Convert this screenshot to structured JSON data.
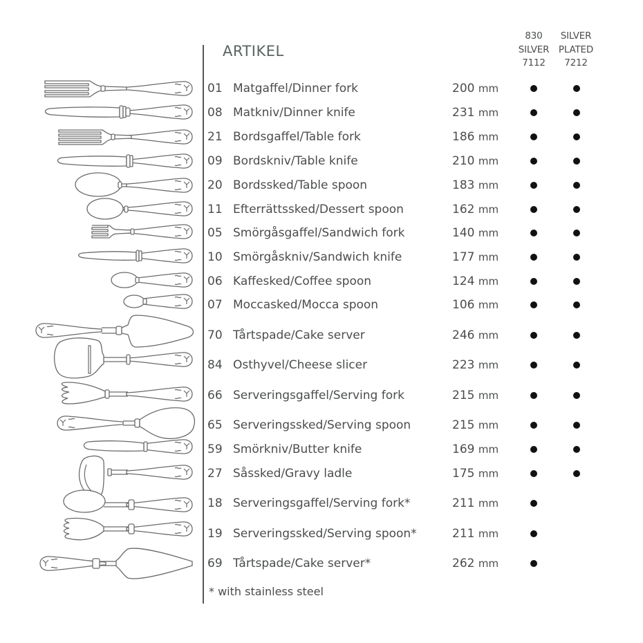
{
  "header": {
    "title": "ARTIKEL",
    "columns": [
      {
        "line1": "830",
        "line2": "SILVER",
        "line3": "7112"
      },
      {
        "line1": "SILVER",
        "line2": "PLATED",
        "line3": "7212"
      }
    ]
  },
  "items": [
    {
      "num": "01",
      "name": "Matgaffel/Dinner fork",
      "length": "200",
      "unit": "mm",
      "silver": true,
      "plated": true,
      "icon": "dinner-fork-icon"
    },
    {
      "num": "08",
      "name": "Matkniv/Dinner knife",
      "length": "231",
      "unit": "mm",
      "silver": true,
      "plated": true,
      "icon": "dinner-knife-icon"
    },
    {
      "num": "21",
      "name": "Bordsgaffel/Table fork",
      "length": "186",
      "unit": "mm",
      "silver": true,
      "plated": true,
      "icon": "table-fork-icon"
    },
    {
      "num": "09",
      "name": "Bordskniv/Table knife",
      "length": "210",
      "unit": "mm",
      "silver": true,
      "plated": true,
      "icon": "table-knife-icon"
    },
    {
      "num": "20",
      "name": "Bordssked/Table spoon",
      "length": "183",
      "unit": "mm",
      "silver": true,
      "plated": true,
      "icon": "table-spoon-icon"
    },
    {
      "num": "11",
      "name": "Efterrättssked/Dessert spoon",
      "length": "162",
      "unit": "mm",
      "silver": true,
      "plated": true,
      "icon": "dessert-spoon-icon"
    },
    {
      "num": "05",
      "name": "Smörgåsgaffel/Sandwich fork",
      "length": "140",
      "unit": "mm",
      "silver": true,
      "plated": true,
      "icon": "sandwich-fork-icon"
    },
    {
      "num": "10",
      "name": "Smörgåskniv/Sandwich knife",
      "length": "177",
      "unit": "mm",
      "silver": true,
      "plated": true,
      "icon": "sandwich-knife-icon"
    },
    {
      "num": "06",
      "name": "Kaffesked/Coffee spoon",
      "length": "124",
      "unit": "mm",
      "silver": true,
      "plated": true,
      "icon": "coffee-spoon-icon"
    },
    {
      "num": "07",
      "name": "Moccasked/Mocca spoon",
      "length": "106",
      "unit": "mm",
      "silver": true,
      "plated": true,
      "icon": "mocca-spoon-icon"
    },
    {
      "num": "70",
      "name": "Tårtspade/Cake server",
      "length": "246",
      "unit": "mm",
      "silver": true,
      "plated": true,
      "icon": "cake-server-icon"
    },
    {
      "num": "84",
      "name": "Osthyvel/Cheese slicer",
      "length": "223",
      "unit": "mm",
      "silver": true,
      "plated": true,
      "icon": "cheese-slicer-icon"
    },
    {
      "num": "66",
      "name": "Serveringsgaffel/Serving fork",
      "length": "215",
      "unit": "mm",
      "silver": true,
      "plated": true,
      "icon": "serving-fork-icon"
    },
    {
      "num": "65",
      "name": "Serveringssked/Serving spoon",
      "length": "215",
      "unit": "mm",
      "silver": true,
      "plated": true,
      "icon": "serving-spoon-icon"
    },
    {
      "num": "59",
      "name": "Smörkniv/Butter knife",
      "length": "169",
      "unit": "mm",
      "silver": true,
      "plated": true,
      "icon": "butter-knife-icon"
    },
    {
      "num": "27",
      "name": "Såssked/Gravy ladle",
      "length": "175",
      "unit": "mm",
      "silver": true,
      "plated": true,
      "icon": "gravy-ladle-icon"
    },
    {
      "num": "18",
      "name": "Serveringsgaffel/Serving fork*",
      "length": "211",
      "unit": "mm",
      "silver": true,
      "plated": false,
      "icon": "serving-fork-steel-icon"
    },
    {
      "num": "19",
      "name": "Serveringssked/Serving spoon*",
      "length": "211",
      "unit": "mm",
      "silver": true,
      "plated": false,
      "icon": "serving-spoon-steel-icon"
    },
    {
      "num": "69",
      "name": "Tårtspade/Cake server*",
      "length": "262",
      "unit": "mm",
      "silver": true,
      "plated": false,
      "icon": "cake-server-steel-icon"
    }
  ],
  "footnote": "* with stainless steel",
  "colors": {
    "text": "#4a4d4c",
    "heading": "#5a6462",
    "dot": "#111111",
    "rule": "#555757"
  }
}
